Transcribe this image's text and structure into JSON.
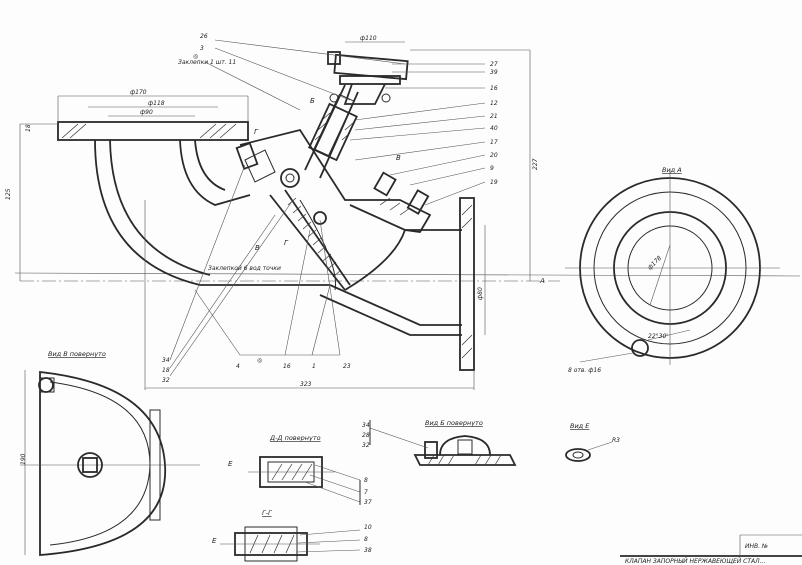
{
  "dims": {
    "d170": "ф170",
    "d118": "ф118",
    "d90": "ф90",
    "d80": "ф80",
    "d110": "ф110",
    "len323": "323",
    "h125": "125",
    "h227": "227",
    "h190": "190",
    "s18": "18",
    "a": "А",
    "r63": "R3",
    "d178": "ф178",
    "d16": "ф16"
  },
  "callouts_top": [
    "26",
    "3",
    "27",
    "39",
    "16",
    "12",
    "21",
    "40",
    "17",
    "20",
    "9",
    "19"
  ],
  "callouts_bottom": [
    "34",
    "18",
    "32",
    "4",
    "16",
    "1",
    "23"
  ],
  "callouts_b": [
    "34",
    "28",
    "32"
  ],
  "callouts_dd": [
    "8",
    "7",
    "37"
  ],
  "callouts_gg": [
    "10",
    "8",
    "38"
  ],
  "notes": {
    "weld_mark": "Заклепки 1 шт. 11",
    "assembly_note": "Заклепкой 6 вод точки",
    "holes_note": "8 отв. ф16",
    "angle_note": "22°30'",
    "mark_b": "Б",
    "mark_g": "Г",
    "mark_v": "В",
    "mark_e": "Е",
    "circle_sym": "◎"
  },
  "views": {
    "vid_a": "Вид А",
    "vid_v": "Вид В  повернуто",
    "vid_b": "Вид Б  повернуто",
    "vid_e": "Вид Е",
    "sec_dd": "Д-Д  повернуто",
    "sec_gg": "Г-Г"
  },
  "title_block": {
    "left": "ИНВ. №",
    "bottom_text": "КЛАПАН ЗАПОРНЫЙ  НЕРЖАВЕЮЩЕЙ СТАЛ..."
  }
}
